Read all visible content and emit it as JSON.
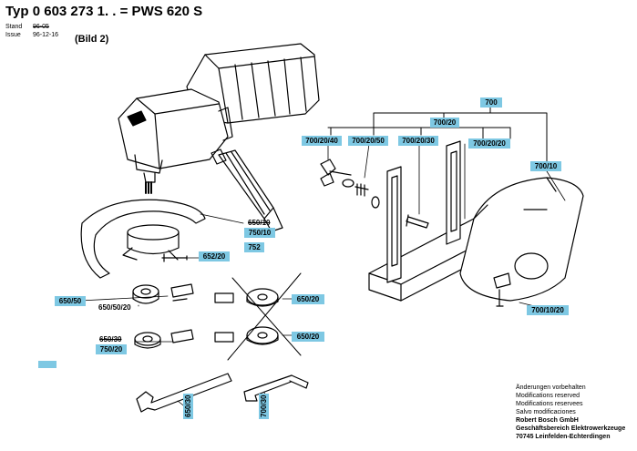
{
  "header": {
    "title": "Typ 0 603 273 1. . = PWS 620 S",
    "stand_label": "Stand",
    "stand_value": "96-05",
    "issue_label": "Issue",
    "issue_value": "96-12-16",
    "bild": "(Bild 2)"
  },
  "parts": {
    "p700": "700",
    "p700_20": "700/20",
    "p700_20_40": "700/20/40",
    "p700_20_50": "700/20/50",
    "p700_20_30": "700/20/30",
    "p700_20_20": "700/20/20",
    "p700_10": "700/10",
    "p700_10_20": "700/10/20",
    "p650_10": "650/10",
    "p750_10": "750/10",
    "p752": "752",
    "p652_20": "652/20",
    "p650_50": "650/50",
    "p650_50_20": "650/50/20",
    "p650_20_a": "650/20",
    "p650_20_b": "650/20",
    "p650_30": "650/30",
    "p750_20": "750/20",
    "p650_30_wrench": "650/30",
    "p700_30": "700/30"
  },
  "notes": {
    "l1": "Änderungen vorbehalten",
    "l2": "Modifications reserved",
    "l3": "Modifications reservees",
    "l4": "Salvo modificaciones",
    "l5": "Robert Bosch GmbH",
    "l6": "Geschäftsbereich Elektrowerkzeuge",
    "l7": "70745 Leinfelden-Echterdingen"
  },
  "colors": {
    "highlight": "#7ec8e3",
    "ink": "#000000"
  }
}
